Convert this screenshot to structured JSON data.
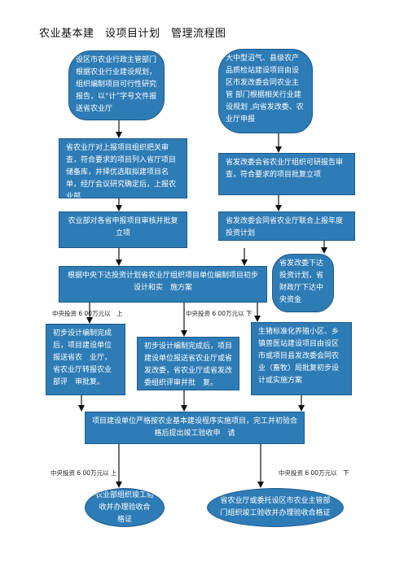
{
  "title": "农业基本建　设项目计划　管理流程图",
  "nodes": {
    "county_report": "设区市农业行政主管部门根据农业行业建设规划，组织编制项目可行性研究报告，以“计”字号文件报送省农业厅",
    "large_projects": "大中型沼气、县级农产品质检站建设项目由设区市发改委会同农业主管 部门根据相关行业建设规划 ,向省发改委、农业厅申报",
    "province_review": "省农业厅对上报项目组织把关审查，符合要求的项目列入省厅项目储备库，并择优选取拟建项目名单，经厅会议研究确定后，上报农业部",
    "dev_review": "省发改委会省农业厅组织可研报告审查，符合要求的项目批复立项",
    "ministry_approve": "农业部对各省申报项目审核并批复立项",
    "joint_plan": "省发改委会同省农业厅联合上报年度投资计划",
    "design_compile": "根据中央下达投资计划省农业厅组织项目单位编制项目初步设计和实　施方案",
    "funds_note": "省发改委下达投资计划，省财政厅下达中央资金",
    "above_600_a": "中央投资 6 00万元以　上",
    "below_600_a": "中央投资 6 00万元以 下",
    "design_a": "初步设计编制完成后，项目建设单位报送省农　业厅，省农业厅转报农业部评　审批复。",
    "design_b": "初步设计编制完成后，项目建设单位报送省农业厅或省发改委，省农业厅或省发改委组织评审并批　复。",
    "design_c": "生猪标准化养殖小区、乡镇兽医站建设项目由设区市或项目县发改委会同农业（畜牧）局批复初步设计或实施方案",
    "implement": "项目建设单位严格按农业基本建设程序实施项目，完工并初验合格后提出竣工验收申　请",
    "above_600_b": "中央投资 6 00万元以 上",
    "below_600_b": "中央投资 6 00万元以　下",
    "final_ministry": "农业部组织竣工验收并办理验收合 格证",
    "final_province": "省农业厅或委托设区市农业主管部门组织竣工验收并办理验收合格证"
  },
  "colors": {
    "box_fill": "#2e7cb6",
    "arrow": "#111111"
  }
}
